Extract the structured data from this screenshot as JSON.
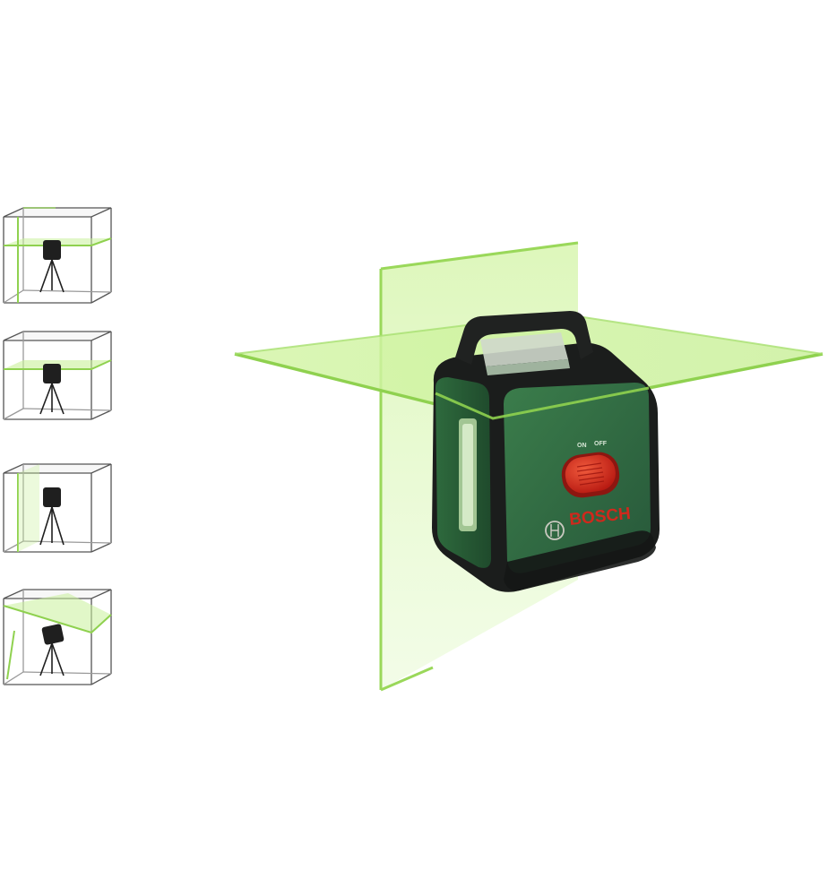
{
  "product": {
    "brand": "BOSCH",
    "switch_on_label": "ON",
    "switch_off_label": "OFF"
  },
  "modes": [
    {
      "name": "cross-lines-360-horizontal-vertical"
    },
    {
      "name": "horizontal-360-line"
    },
    {
      "name": "vertical-line"
    },
    {
      "name": "tilted-line"
    }
  ],
  "colors": {
    "laser_green": "#8fd14f",
    "laser_plane": "#c9f09a",
    "housing_green": "#2f6b3f",
    "housing_dark": "#1e3b27",
    "rubber_black": "#1b1d1c",
    "switch_red": "#d62a1e",
    "brand_red": "#c8201a"
  }
}
